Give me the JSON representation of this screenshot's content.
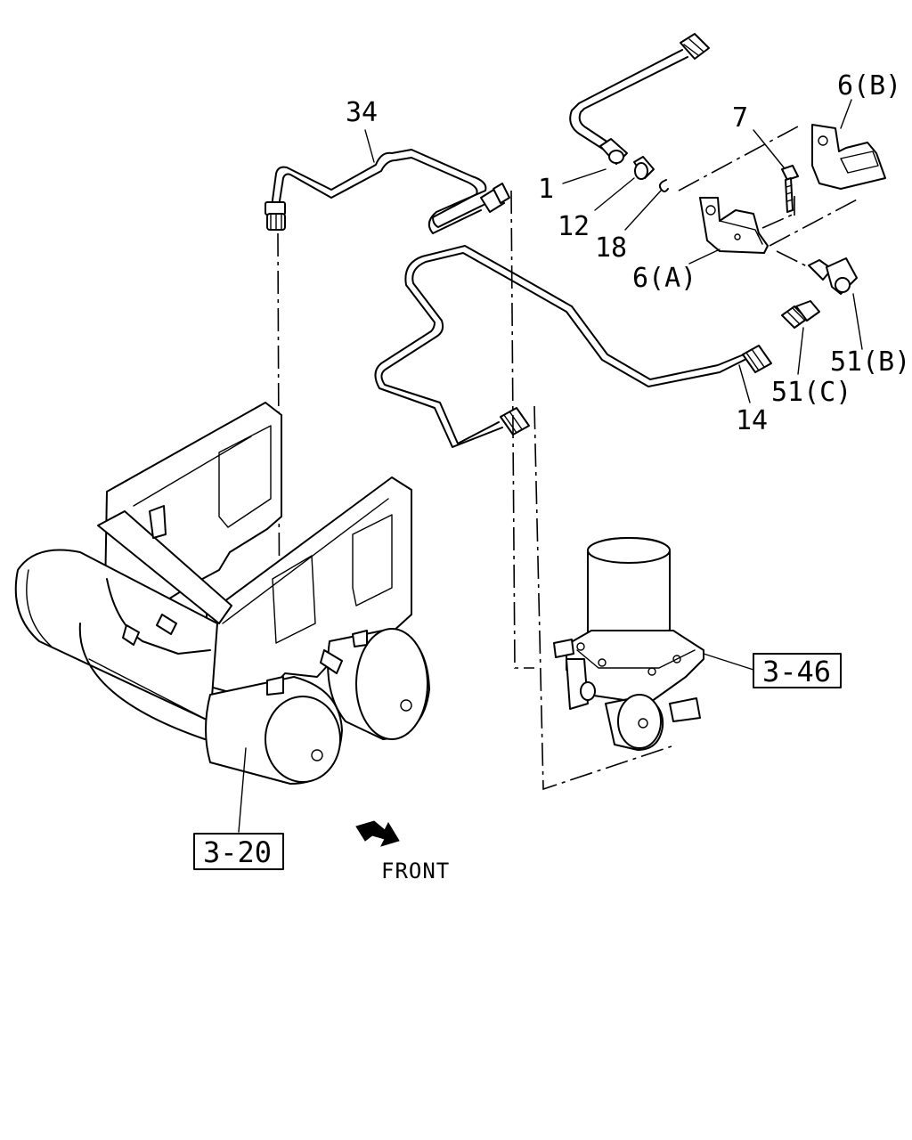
{
  "callouts": {
    "p34": "34",
    "p1": "1",
    "p12": "12",
    "p18": "18",
    "p7": "7",
    "p6a": "6(A)",
    "p6b": "6(B)",
    "p51b": "51(B)",
    "p51c": "51(C)",
    "p14": "14"
  },
  "references": {
    "air_dryer": "3-46",
    "air_tanks": "3-20"
  },
  "direction": {
    "label": "FRONT"
  }
}
